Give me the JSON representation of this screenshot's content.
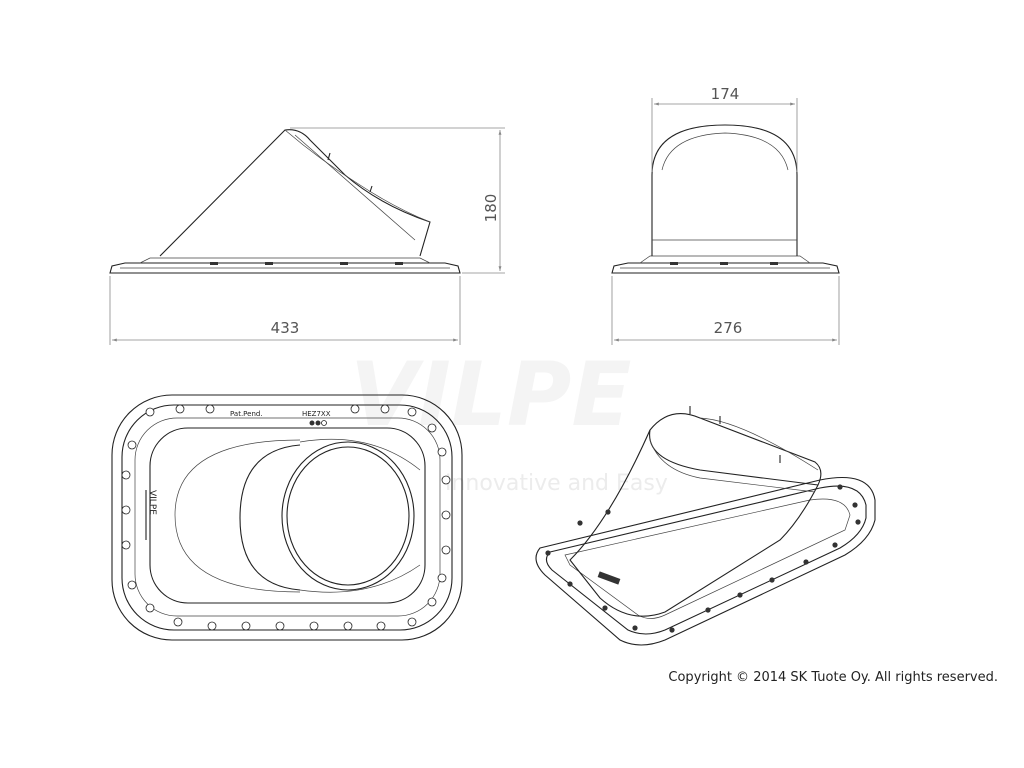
{
  "drawing": {
    "watermark": {
      "brand": "VILPE",
      "tagline": "Innovative and Easy"
    },
    "side_view": {
      "width_label": "433",
      "height_label": "180"
    },
    "front_view": {
      "top_label": "174",
      "width_label": "276"
    },
    "top_view": {
      "flange_text": "Pat.Pend.",
      "code_text": "HEZ7XX"
    },
    "copyright": "Copyright © 2014 SK Tuote Oy. All rights reserved."
  }
}
